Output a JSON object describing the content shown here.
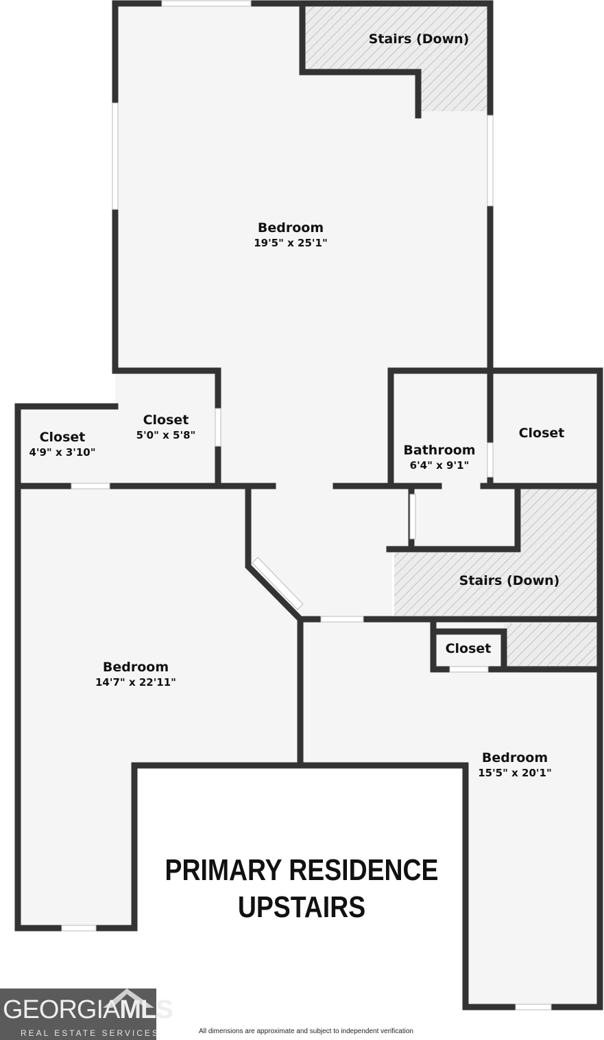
{
  "rooms": {
    "bedroom_top": {
      "name": "Bedroom",
      "dims": "19'5\" x 25'1\""
    },
    "stairs_top": {
      "name": "Stairs (Down)"
    },
    "closet_mid": {
      "name": "Closet",
      "dims": "5'0\" x 5'8\""
    },
    "closet_left": {
      "name": "Closet",
      "dims": "4'9\" x 3'10\""
    },
    "bathroom": {
      "name": "Bathroom",
      "dims": "6'4\" x 9'1\""
    },
    "closet_right": {
      "name": "Closet"
    },
    "stairs_mid": {
      "name": "Stairs (Down)"
    },
    "closet_small": {
      "name": "Closet"
    },
    "bedroom_left": {
      "name": "Bedroom",
      "dims": "14'7\" x 22'11\""
    },
    "bedroom_right": {
      "name": "Bedroom",
      "dims": "15'5\" x 20'1\""
    }
  },
  "heading": {
    "line1": "PRIMARY RESIDENCE",
    "line2": "UPSTAIRS"
  },
  "disclaimer": "All dimensions are approximate and subject to independent verification",
  "logo": {
    "word_a": "GEORGIA",
    "word_b": "MLS",
    "sub": "REAL ESTATE SERVICES"
  },
  "colors": {
    "wall": "#333333",
    "floor": "#f5f5f5",
    "hatch": "#bbbbbb",
    "logo_bg": "#5b5b5b"
  }
}
